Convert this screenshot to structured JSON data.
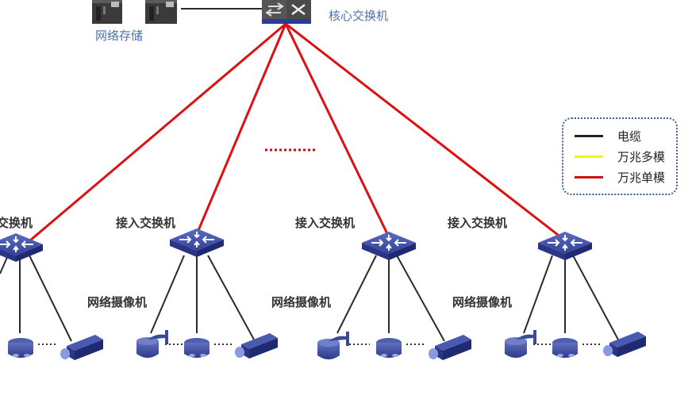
{
  "labels": {
    "core_switch": "核心交换机",
    "network_storage": "网络存储",
    "access_switch": "接入交换机",
    "access_switch_partial": "交换机",
    "network_camera": "网络摄像机"
  },
  "legend": {
    "items": [
      {
        "label": "电缆",
        "color": "#222222"
      },
      {
        "label": "万兆多模",
        "color": "#f5f500"
      },
      {
        "label": "万兆单模",
        "color": "#cc1111"
      }
    ]
  },
  "colors": {
    "fiber_single_mode": "#dd1111",
    "cable": "#2a2a2a",
    "device_blue": "#3a4a9a"
  }
}
